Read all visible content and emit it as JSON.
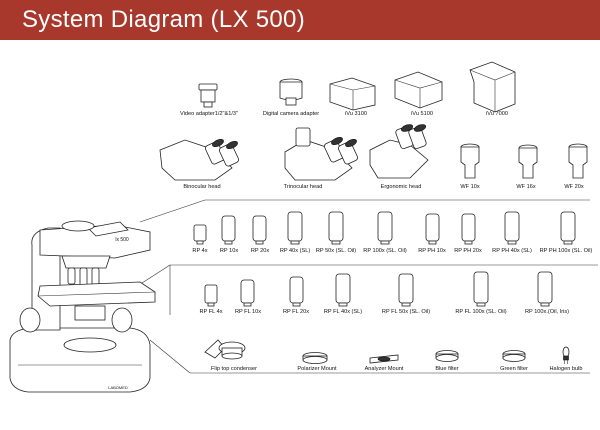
{
  "title": "System Diagram (LX 500)",
  "colors": {
    "banner": "#a8372c",
    "banner_text": "#ffffff",
    "line": "#333333"
  },
  "microscope": {
    "model_label": "lx 500",
    "brand_label": "LABOMED"
  },
  "row_accessories": [
    {
      "id": "video-adapter",
      "label": "Video adapter1/2\"&1/3\""
    },
    {
      "id": "digital-camera-adapter",
      "label": "Digital camera adapter"
    },
    {
      "id": "ivu-3100",
      "label": "iVu 3100"
    },
    {
      "id": "ivu-5100",
      "label": "iVu 5100"
    },
    {
      "id": "ivu-7000",
      "label": "iVu 7000"
    }
  ],
  "row_heads": [
    {
      "id": "binocular-head",
      "label": "Binocular head"
    },
    {
      "id": "trinocular-head",
      "label": "Trinocular head"
    },
    {
      "id": "ergonomic-head",
      "label": "Ergonomic head"
    },
    {
      "id": "wf-10x",
      "label": "WF 10x"
    },
    {
      "id": "wf-16x",
      "label": "WF 16x"
    },
    {
      "id": "wf-20x",
      "label": "WF 20x"
    }
  ],
  "row_objectives": [
    {
      "id": "rp-4x",
      "label": "RP 4x"
    },
    {
      "id": "rp-10x",
      "label": "RP 10x"
    },
    {
      "id": "rp-20x",
      "label": "RP 20x"
    },
    {
      "id": "rp-40x-sl",
      "label": "RP 40x (SL)"
    },
    {
      "id": "rp-50x-sl-oil",
      "label": "RP 50x (SL. Oil)"
    },
    {
      "id": "rp-100x-sl-oil",
      "label": "RP 100x (SL. Oil)"
    },
    {
      "id": "rp-ph-10x",
      "label": "RP PH 10x"
    },
    {
      "id": "rp-ph-20x",
      "label": "RP PH 20x"
    },
    {
      "id": "rp-ph-40x-sl",
      "label": "RP PH 40x (SL)"
    },
    {
      "id": "rp-ph-100x-sl-oil",
      "label": "RP PH 100x (SL. Oil)"
    }
  ],
  "row_fluorescence": [
    {
      "id": "rp-fl-4x",
      "label": "RP FL 4x"
    },
    {
      "id": "rp-fl-10x",
      "label": "RP FL 10x"
    },
    {
      "id": "rp-fl-20x",
      "label": "RP FL 20x"
    },
    {
      "id": "rp-fl-40x-sl",
      "label": "RP FL 40x (SL)"
    },
    {
      "id": "rp-fl-50x-sl-oil",
      "label": "RP FL 50x (SL. Oil)"
    },
    {
      "id": "rp-fl-100x-sl-oil",
      "label": "RP FL 100x (SL. Oil)"
    },
    {
      "id": "rp-100x-oil-iris",
      "label": "RP 100x.(Oil, Iris)"
    }
  ],
  "row_condenser": [
    {
      "id": "flip-top-condenser",
      "label": "Flip top condenser"
    },
    {
      "id": "polarizer-mount",
      "label": "Polarizer Mount"
    },
    {
      "id": "analyzer-mount",
      "label": "Analyzer Mount"
    },
    {
      "id": "blue-filter",
      "label": "Blue filter"
    },
    {
      "id": "green-filter",
      "label": "Green filter"
    },
    {
      "id": "halogen-bulb",
      "label": "Halogen bulb"
    }
  ]
}
